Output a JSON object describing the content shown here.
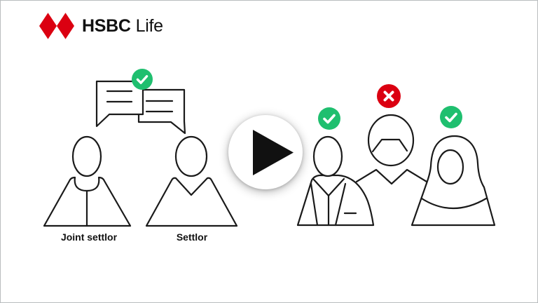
{
  "brand": {
    "name": "HSBC",
    "product": "Life",
    "logo_icon": "hsbc-hexagon-logo",
    "logo_color": "#DB0011"
  },
  "colors": {
    "approved_green": "#1FBF6F",
    "rejected_red": "#DB0011",
    "line": "#1A1A1A",
    "play_triangle": "#111111"
  },
  "video_player": {
    "play_icon": "play-button"
  },
  "left_scene": {
    "conversation_icon": "speech-bubbles",
    "conversation_status_icon": "check-badge",
    "figures": [
      {
        "label": "Joint settlor",
        "icon": "person-collared-shirt"
      },
      {
        "label": "Settlor",
        "icon": "person-vneck"
      }
    ]
  },
  "right_scene": {
    "figures": [
      {
        "icon": "person-suit",
        "status": "approved",
        "badge_icon": "check-badge"
      },
      {
        "icon": "person-face-mask",
        "status": "rejected",
        "badge_icon": "cross-badge"
      },
      {
        "icon": "person-hijab",
        "status": "approved",
        "badge_icon": "check-badge"
      }
    ]
  }
}
